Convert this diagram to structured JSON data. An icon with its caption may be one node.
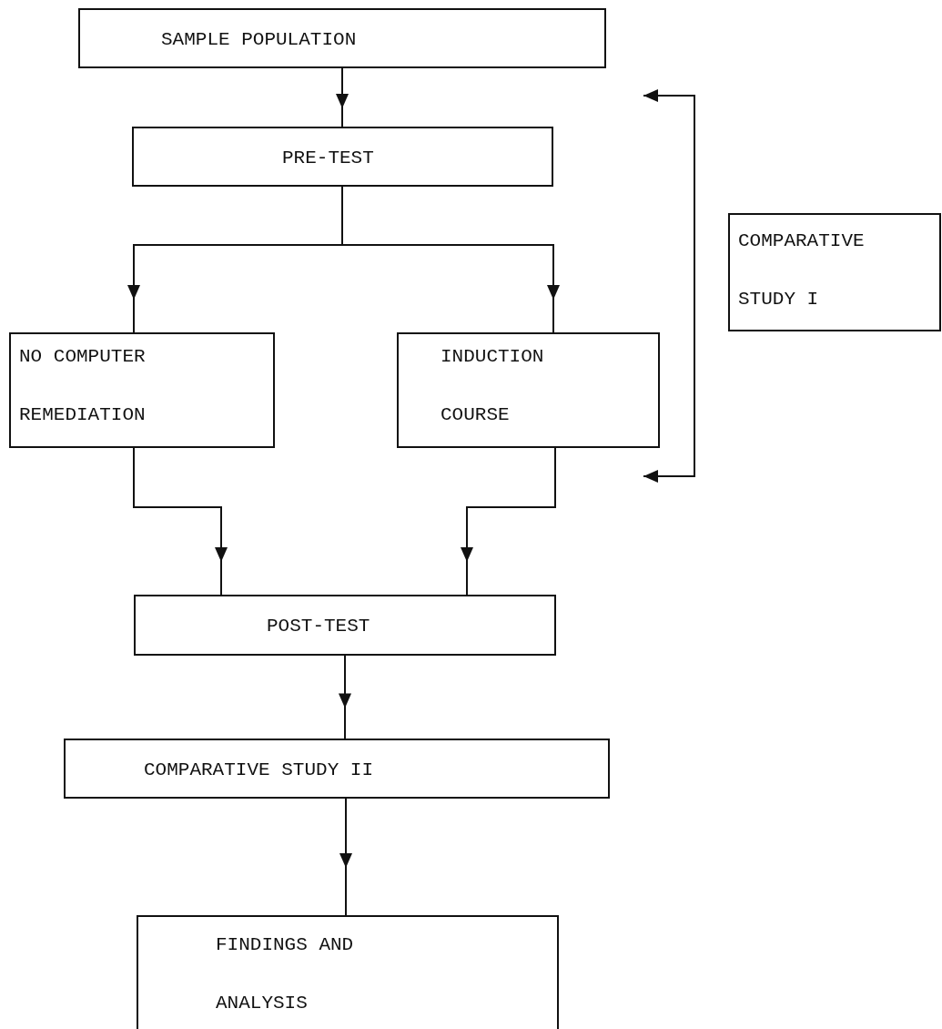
{
  "diagram": {
    "nodes": [
      {
        "text": [
          "SAMPLE POPULATION"
        ]
      },
      {
        "text": [
          "PRE-TEST"
        ]
      },
      {
        "text": [
          "NO COMPUTER REMEDIATION"
        ]
      },
      {
        "text": [
          "INDUCTION COURSE"
        ]
      },
      {
        "text": [
          "COMPARATIVE STUDY I"
        ]
      },
      {
        "text": [
          "POST-TEST"
        ]
      },
      {
        "text": [
          "COMPARATIVE STUDY II"
        ]
      },
      {
        "text": [
          "FINDINGS AND ANALYSIS"
        ]
      }
    ],
    "edges": [
      {
        "from": 0,
        "to": 1,
        "arrow": "to"
      },
      {
        "from": 1,
        "to": 2,
        "arrow": "to"
      },
      {
        "from": 1,
        "to": 3,
        "arrow": "to"
      },
      {
        "from": 2,
        "to": 5,
        "arrow": "to"
      },
      {
        "from": 3,
        "to": 5,
        "arrow": "to"
      },
      {
        "from": 5,
        "to": 6,
        "arrow": "to"
      },
      {
        "from": 6,
        "to": 7,
        "arrow": "to"
      }
    ]
  }
}
